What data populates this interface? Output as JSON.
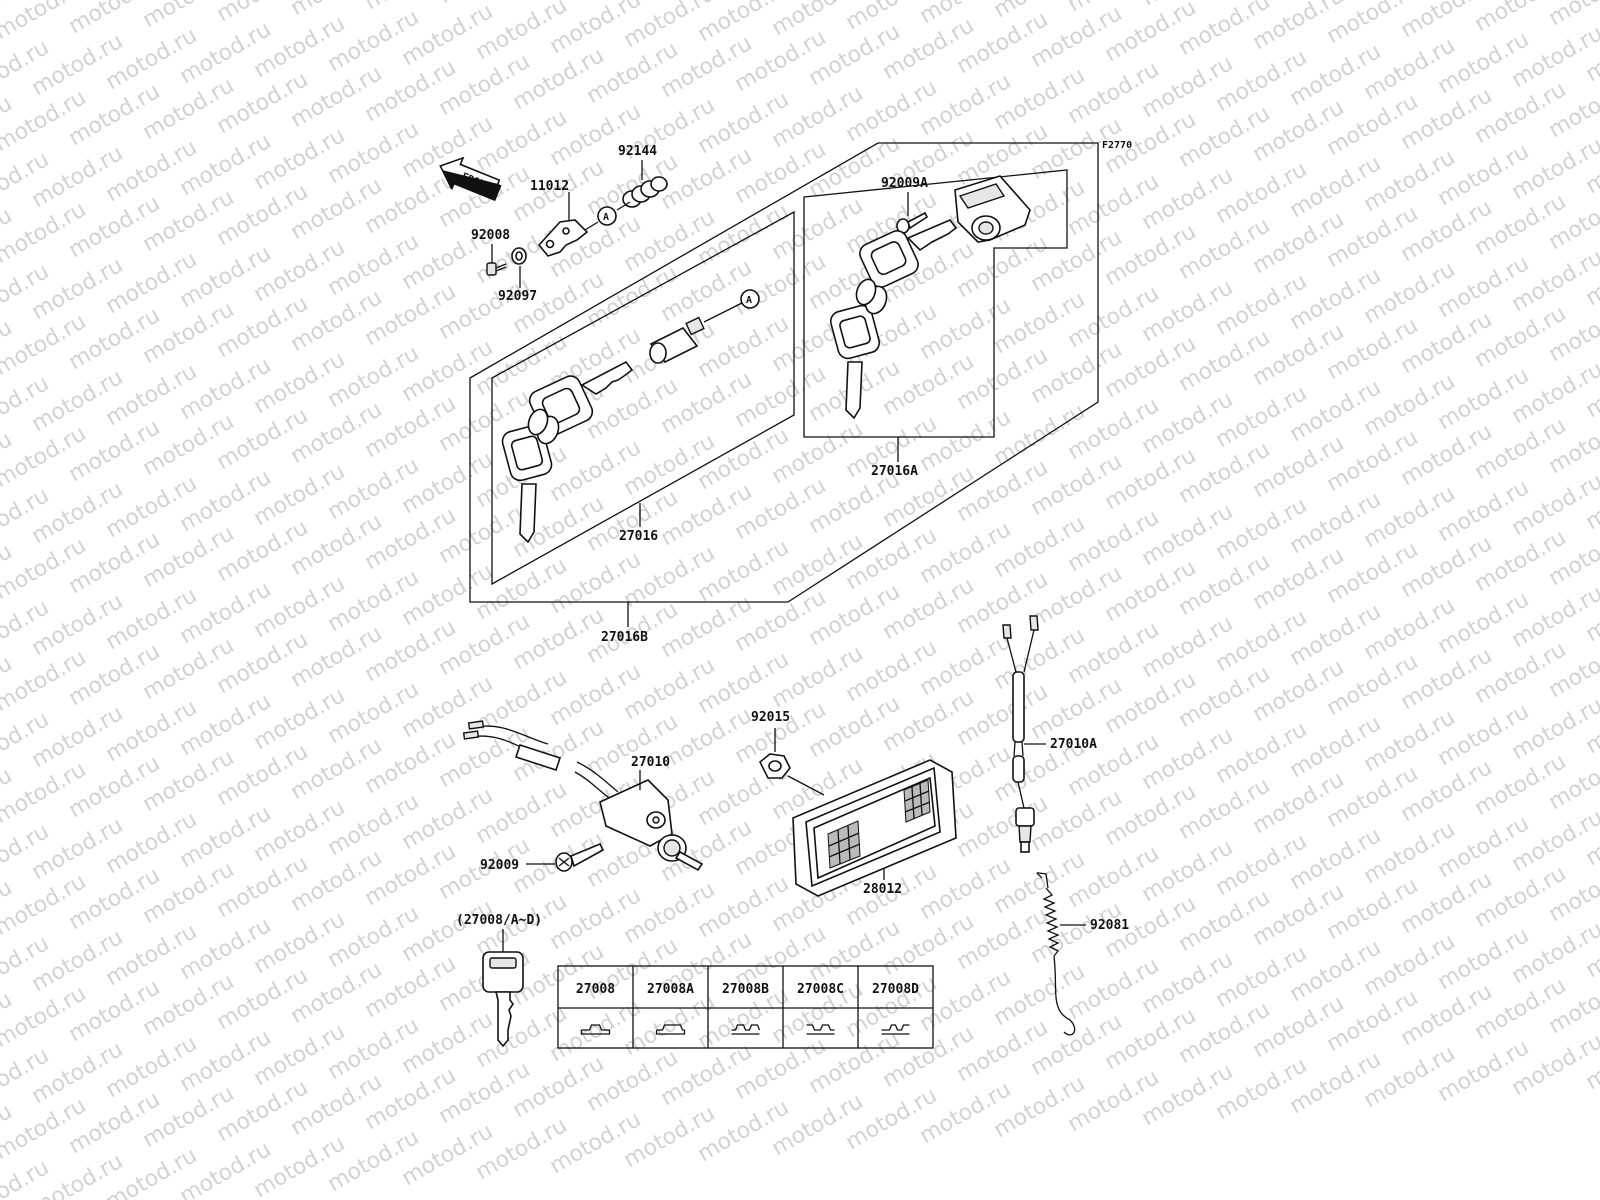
{
  "watermark_text": "motod.ru",
  "figure_code": "F2770",
  "front_arrow_label": "FRONT",
  "circle_ref": "A",
  "callouts": {
    "p11012": "11012",
    "p92144": "92144",
    "p92008": "92008",
    "p92097": "92097",
    "p92009A": "92009A",
    "p27016": "27016",
    "p27016A": "27016A",
    "p27016B": "27016B",
    "p27010": "27010",
    "p92009": "92009",
    "p92015": "92015",
    "p28012": "28012",
    "p27010A": "27010A",
    "p92081": "92081",
    "key_group": "(27008/A~D)"
  },
  "key_table": {
    "headers": [
      "27008",
      "27008A",
      "27008B",
      "27008C",
      "27008D"
    ]
  }
}
